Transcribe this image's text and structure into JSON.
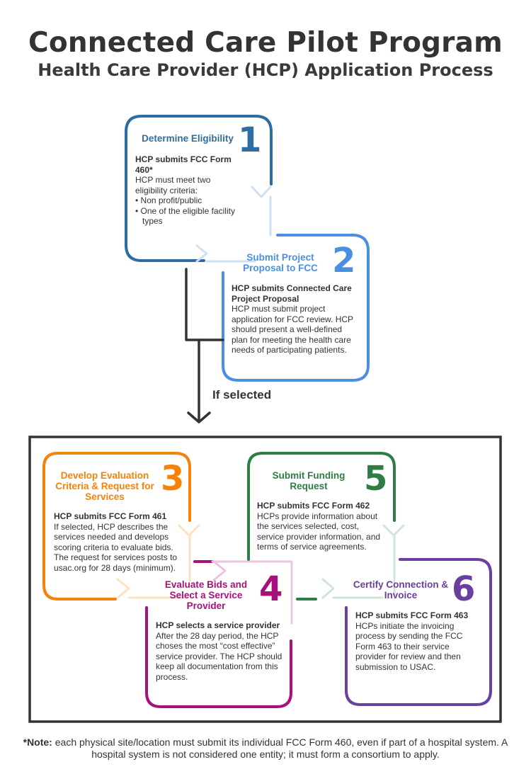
{
  "title": "Connected Care Pilot Program",
  "subtitle": "Health Care Provider (HCP) Application Process",
  "colors": {
    "step1": "#2e6da4",
    "step2": "#4a90e2",
    "step3": "#f5820a",
    "step4": "#a8117d",
    "step5": "#2e7d46",
    "step6": "#6a3fa0",
    "frame": "#333333",
    "connector": "#333333"
  },
  "if_selected": "If selected",
  "steps": [
    {
      "number": "1",
      "heading": "Determine Eligibility",
      "lead": "HCP submits FCC Form 460*",
      "body": "HCP must meet two eligibility criteria:",
      "bullets": [
        "• Non profit/public",
        "• One of the eligible facility types"
      ]
    },
    {
      "number": "2",
      "heading": "Submit Project Proposal to FCC",
      "lead": "HCP submits Connected Care Project Proposal",
      "body": "HCP must submit project application for FCC review. HCP should present a well-defined plan for meeting the health care needs of participating patients."
    },
    {
      "number": "3",
      "heading": "Develop Evaluation Criteria & Request for Services",
      "lead": "HCP submits FCC Form 461",
      "body": "If selected, HCP describes the services needed and develops scoring criteria to evaluate bids. The request for services posts to usac.org for 28 days (minimum)."
    },
    {
      "number": "4",
      "heading": "Evaluate Bids and Select a Service Provider",
      "lead": "HCP selects a service provider",
      "body": "After the 28 day period, the HCP choses the most “cost effective” service provider. The HCP should keep all documentation from this process."
    },
    {
      "number": "5",
      "heading": "Submit Funding Request",
      "lead": "HCP submits FCC Form 462",
      "body": "HCPs provide information about the services selected, cost, service provider information, and terms of service agreements."
    },
    {
      "number": "6",
      "heading": "Certify Connection & Invoice",
      "lead": "HCP submits FCC Form 463",
      "body": "HCPs initiate the invoicing process by sending the FCC Form 463 to their service provider for review and then submission to USAC."
    }
  ],
  "note": {
    "label": "*Note:",
    "text": " each physical site/location must submit its individual FCC Form 460, even if part of a hospital system. A hospital system is not considered one entity; it must form a consortium to apply."
  }
}
